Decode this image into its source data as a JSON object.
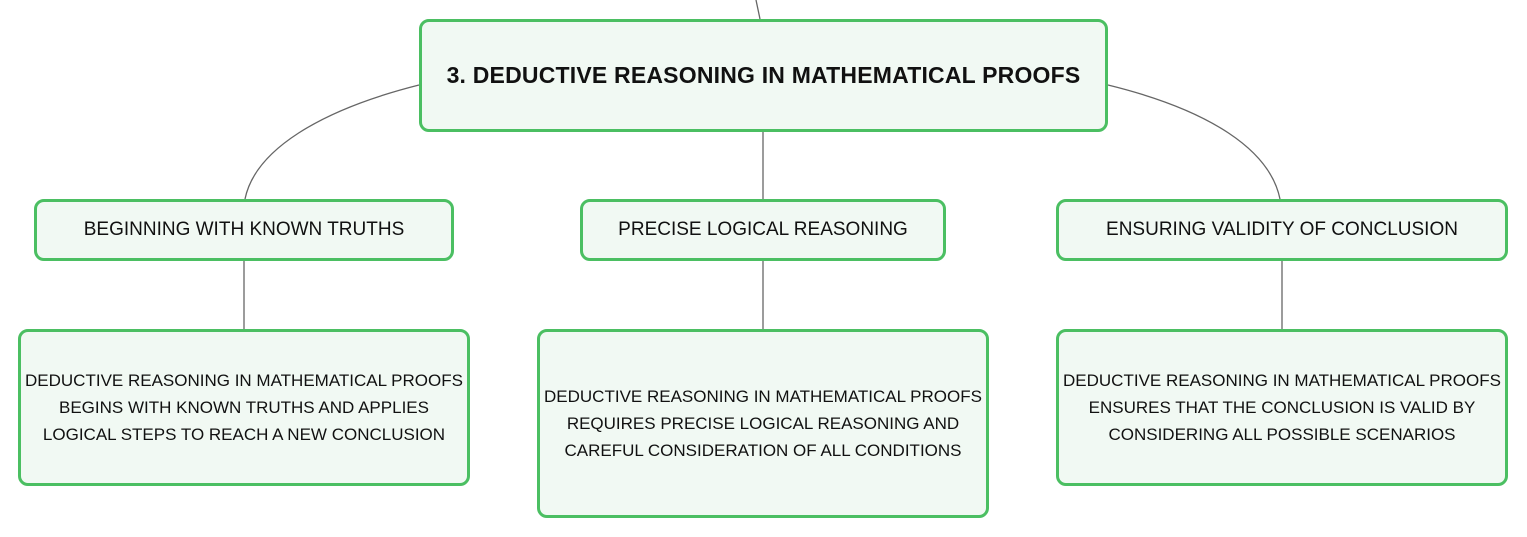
{
  "diagram": {
    "root": {
      "label": "3. DEDUCTIVE REASONING IN MATHEMATICAL PROOFS"
    },
    "branches": [
      {
        "label": "BEGINNING WITH KNOWN TRUTHS",
        "detail_lines": [
          "DEDUCTIVE REASONING IN MATHEMATICAL PROOFS",
          "BEGINS WITH KNOWN TRUTHS AND APPLIES",
          "LOGICAL STEPS TO REACH A NEW CONCLUSION"
        ]
      },
      {
        "label": "PRECISE LOGICAL REASONING",
        "detail_lines": [
          "DEDUCTIVE REASONING IN MATHEMATICAL PROOFS",
          "REQUIRES PRECISE LOGICAL REASONING AND",
          "CAREFUL CONSIDERATION OF ALL CONDITIONS"
        ]
      },
      {
        "label": "ENSURING VALIDITY OF CONCLUSION",
        "detail_lines": [
          "DEDUCTIVE REASONING IN MATHEMATICAL PROOFS",
          "ENSURES THAT THE CONCLUSION IS VALID BY",
          "CONSIDERING ALL POSSIBLE SCENARIOS"
        ]
      }
    ]
  },
  "colors": {
    "node_border": "#4bbf62",
    "node_fill": "#f1f9f3",
    "text": "#111111",
    "connector": "#666666"
  }
}
